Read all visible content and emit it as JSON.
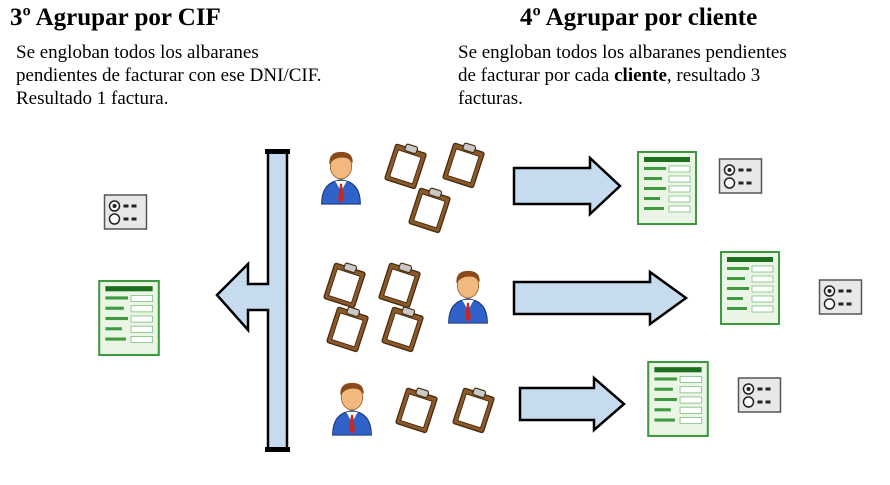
{
  "left_panel": {
    "title": "3º Agrupar por CIF",
    "desc_line1": "Se engloban todos los albaranes",
    "desc_line2": "pendientes de facturar con ese DNI/CIF.",
    "desc_line3": "Resultado 1 factura."
  },
  "right_panel": {
    "title": "4º Agrupar por cliente",
    "desc_line1": "Se engloban todos los albaranes pendientes",
    "desc_line2_pre": "de facturar por cada ",
    "desc_line2_bold": "cliente",
    "desc_line2_post": ", resultado 3",
    "desc_line3": "facturas."
  },
  "icons": {
    "client": "client-person-icon",
    "delivery_note": "clipboard-icon",
    "invoice": "invoice-document-icon",
    "options": "options-list-icon",
    "arrow": "right-arrow-icon",
    "merge": "merge-bracket-arrow-icon"
  },
  "colors": {
    "arrow_fill": "#c6dcee",
    "arrow_stroke": "#000000",
    "invoice_green": "#3f9a3f",
    "clipboard_brown": "#6e4a22",
    "person_shirt": "#2f63c9"
  }
}
